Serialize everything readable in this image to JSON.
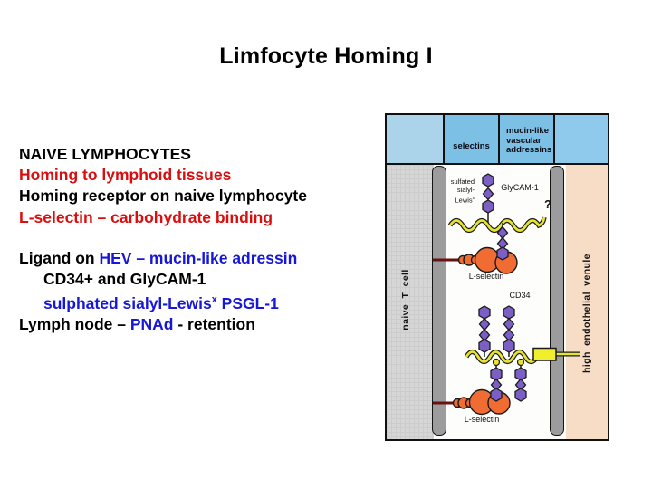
{
  "title": "Limfocyte Homing I",
  "left_text": {
    "l1": "NAIVE LYMPHOCYTES",
    "l2": "Homing to lymphoid tissues",
    "l3": "Homing receptor on naive lymphocyte",
    "l4": "L-selectin – carbohydrate binding",
    "l5_black": "Ligand on ",
    "l5_blue": "HEV – mucin-like adressin",
    "l6": "CD34+ and GlyCAM-1",
    "l7_blue": "sulphated sialyl-Lewis",
    "l7_sup": "x",
    "l7_tail": " PSGL-1",
    "l8_a": "Lymph node – ",
    "l8_blue": "PNAd",
    "l8_b": " - retention"
  },
  "figure": {
    "header": {
      "selectins": "selectins",
      "mucin_lines": [
        "mucin-like",
        "vascular",
        "addressins"
      ]
    },
    "naive_label": "naive T cell",
    "hev_label": "high endothelial venule",
    "labels": {
      "sulfated_lines": [
        "sulfated",
        "sialyl-"
      ],
      "sulfated_lewis": "Lewis",
      "sulfated_sup": "x",
      "glycam": "GlyCAM-1",
      "l_selectin_top": "L-selectin",
      "cd34": "CD34",
      "l_selectin_bottom": "L-selectin",
      "question": "?"
    }
  },
  "colors": {
    "text_red": "#d90f0f",
    "text_blue": "#1717d8",
    "header_blue_light": "#abd3ea",
    "header_blue": "#7dc0e6",
    "header_blue_right": "#8fc9ec",
    "cell_gray": "#d6d6d6",
    "membrane_gray": "#9c9c9c",
    "venule_pink": "#f7dcc6",
    "molecule_purple": "#7c5fc4",
    "molecule_orange": "#f06c32",
    "mucin_yellow": "#e6e431",
    "anchor_dark_red": "#6b1111"
  }
}
